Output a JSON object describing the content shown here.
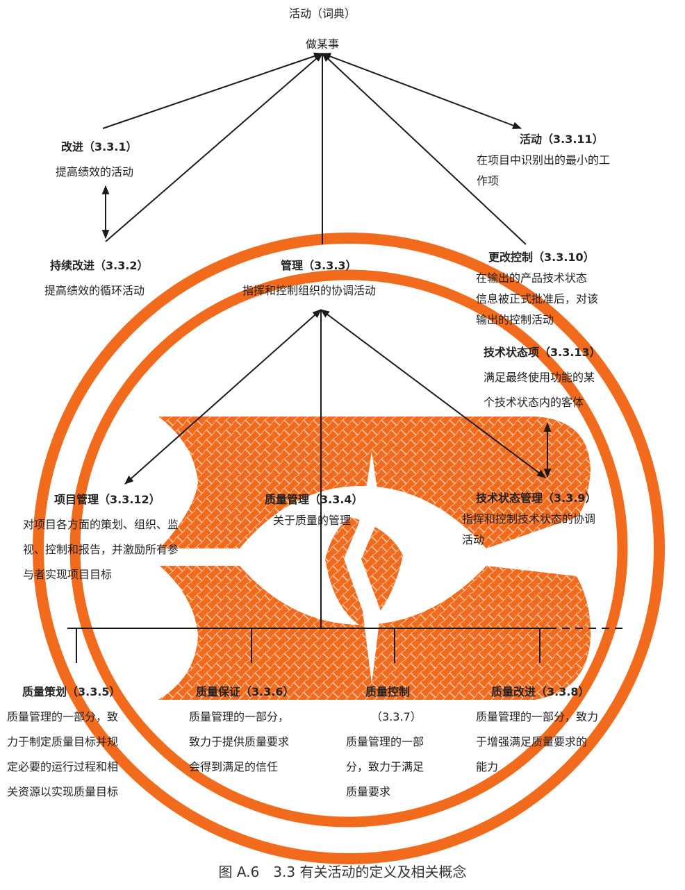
{
  "colors": {
    "watermark": "#f26a1b",
    "line": "#1a1a1a",
    "text": "#222222"
  },
  "root": {
    "title": "活动（词典）",
    "desc": "做某事"
  },
  "nodes": {
    "improvement": {
      "title": "改进（3.3.1）",
      "desc": [
        "提高绩效的活动"
      ]
    },
    "continual_improvement": {
      "title": "持续改进（3.3.2）",
      "desc": [
        "提高绩效的循环活动"
      ]
    },
    "management": {
      "title": "管理（3.3.3）",
      "desc": [
        "指挥和控制组织的协调活动"
      ]
    },
    "activity": {
      "title": "活动（3.3.11）",
      "desc": [
        "在项目中识别出的最小的工",
        "作项"
      ]
    },
    "change_control": {
      "title": "更改控制（3.3.10）",
      "desc": [
        "在输出的产品技术状态",
        "信息被正式批准后，对该",
        "输出的控制活动"
      ]
    },
    "configuration_object": {
      "title": "技术状态项（3.3.13）",
      "desc": [
        "满足最终使用功能的某",
        "个技术状态内的客体"
      ]
    },
    "project_management": {
      "title": "项目管理（3.3.12）",
      "desc": [
        "对项目各方面的策划、组织、监",
        "视、控制和报告，并激励所有参",
        "与者实现项目目标"
      ]
    },
    "quality_management": {
      "title": "质量管理（3.3.4）",
      "desc": [
        "关于质量的管理"
      ]
    },
    "configuration_management": {
      "title": "技术状态管理（3.3.9）",
      "desc": [
        "指挥和控制技术状态的协调",
        "活动"
      ]
    },
    "quality_planning": {
      "title": "质量策划（3.3.5）",
      "desc": [
        "质量管理的一部分，致",
        "力于制定质量目标并规",
        "定必要的运行过程和相",
        "关资源以实现质量目标"
      ]
    },
    "quality_assurance": {
      "title": "质量保证（3.3.6）",
      "desc": [
        "质量管理的一部分，",
        "致力于提供质量要求",
        "会得到满足的信任"
      ]
    },
    "quality_control": {
      "title": "质量控制",
      "ref": "（3.3.7）",
      "desc": [
        "质量管理的一部",
        "分，致力于满足",
        "质量要求"
      ]
    },
    "quality_improvement": {
      "title": "质量改进（3.3.8）",
      "desc": [
        "质量管理的一部分，致力",
        "于增强满足质量要求的",
        "能力"
      ]
    }
  },
  "caption": "图 A.6　3.3 有关活动的定义及相关概念"
}
